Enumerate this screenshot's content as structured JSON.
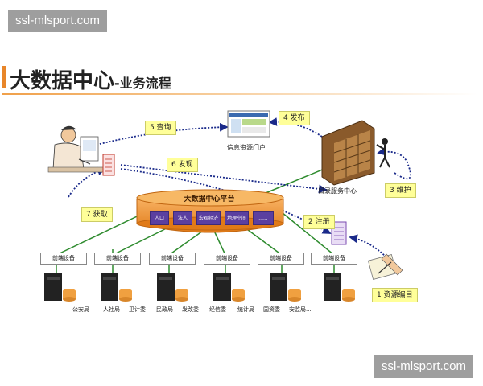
{
  "watermark": {
    "top": "ssl-mlsport.com",
    "bottom": "ssl-mlsport.com"
  },
  "title": {
    "main": "大数据中心",
    "sub": "-业务流程"
  },
  "portal_label": "信息资源门户",
  "catalog_center_label": "目录服务中心",
  "platform": {
    "title": "大数据中心平台",
    "modules": [
      "人口",
      "法人",
      "宏观经济",
      "地理空间",
      "......"
    ]
  },
  "steps": [
    {
      "id": "1",
      "label": "1 资源编目"
    },
    {
      "id": "2",
      "label": "2 注册"
    },
    {
      "id": "3",
      "label": "3 维护"
    },
    {
      "id": "4",
      "label": "4 发布"
    },
    {
      "id": "5",
      "label": "5 查询"
    },
    {
      "id": "6",
      "label": "6 发现"
    },
    {
      "id": "7",
      "label": "7 获取"
    }
  ],
  "frontend_label": "前端设备",
  "agencies": [
    "公安局",
    "人社局",
    "卫计委",
    "民政局",
    "发改委",
    "经信委",
    "统计局",
    "国资委",
    "安监局..."
  ],
  "colors": {
    "platform": "#f0922a",
    "module": "#5b3fa0",
    "step_box": "#ffff99",
    "connector": "#2e8b2e",
    "dotted_arrow": "#1a2a8a",
    "accent": "#e8862a"
  }
}
